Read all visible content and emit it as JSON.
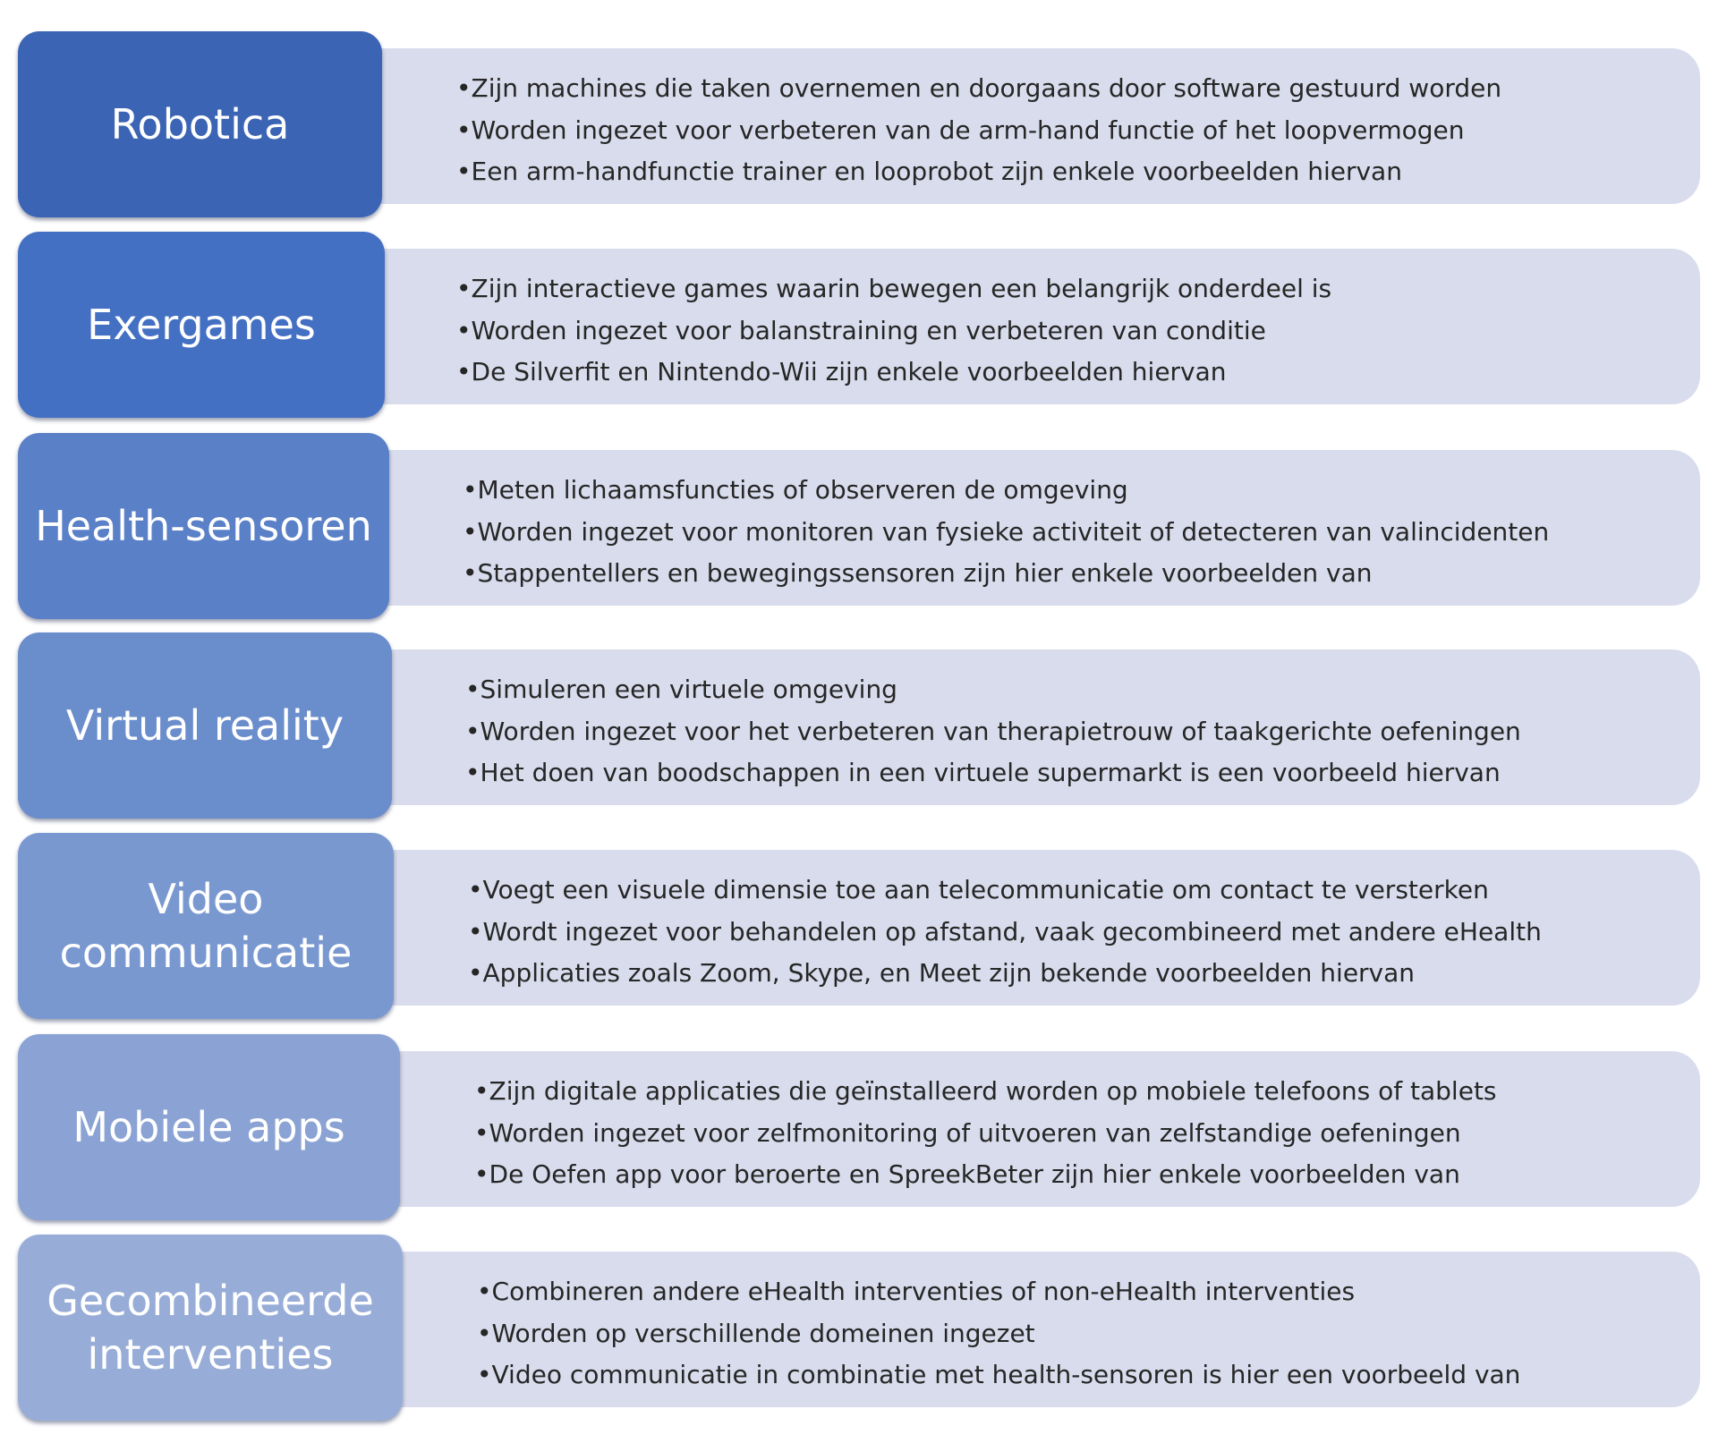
{
  "rows": [
    {
      "label": "Robotica",
      "color": "#3b64b4",
      "bullets": [
        "•Zijn machines die taken overnemen en doorgaans door software gestuurd worden",
        "•Worden ingezet voor verbeteren van de arm-hand functie of het loopvermogen",
        "•Een arm-handfunctie trainer en looprobot zijn enkele voorbeelden hiervan"
      ]
    },
    {
      "label": "Exergames",
      "color": "#4470c3",
      "bullets": [
        "•Zijn interactieve games waarin bewegen een belangrijk onderdeel is",
        "•Worden ingezet voor balanstraining en verbeteren van conditie",
        "•De Silverfit en Nintendo-Wii zijn enkele voorbeelden hiervan"
      ]
    },
    {
      "label": "Health-sensoren",
      "color": "#5a80c8",
      "bullets": [
        "•Meten lichaamsfuncties of observeren de omgeving",
        "•Worden ingezet voor monitoren van fysieke activiteit of detecteren van valincidenten",
        "•Stappentellers en bewegingssensoren zijn hier enkele voorbeelden van"
      ]
    },
    {
      "label": "Virtual reality",
      "color": "#6a8dcc",
      "bullets": [
        "•Simuleren een virtuele omgeving",
        "•Worden ingezet voor het verbeteren van therapietrouw of taakgerichte oefeningen",
        "•Het doen van boodschappen in een virtuele supermarkt is een voorbeeld hiervan"
      ]
    },
    {
      "label": "Video\ncommunicatie",
      "color": "#7a98d0",
      "bullets": [
        "•Voegt een visuele dimensie toe aan telecommunicatie om contact te versterken",
        "•Wordt ingezet voor behandelen op afstand, vaak gecombineerd met andere eHealth",
        "•Applicaties zoals Zoom, Skype, en Meet zijn bekende voorbeelden hiervan"
      ]
    },
    {
      "label": "Mobiele apps",
      "color": "#8aa3d4",
      "bullets": [
        "•Zijn digitale applicaties die geïnstalleerd worden op mobiele telefoons of tablets",
        "•Worden ingezet voor zelfmonitoring of uitvoeren van zelfstandige oefeningen",
        "•De Oefen app voor beroerte en SpreekBeter zijn hier enkele voorbeelden van"
      ]
    },
    {
      "label": "Gecombineerde\ninterventies",
      "color": "#97add8",
      "bullets": [
        "•Combineren andere eHealth interventies of non-eHealth interventies",
        "•Worden op verschillende domeinen ingezet",
        "•Video communicatie in combinatie met health-sensoren is hier een voorbeeld van"
      ]
    }
  ]
}
